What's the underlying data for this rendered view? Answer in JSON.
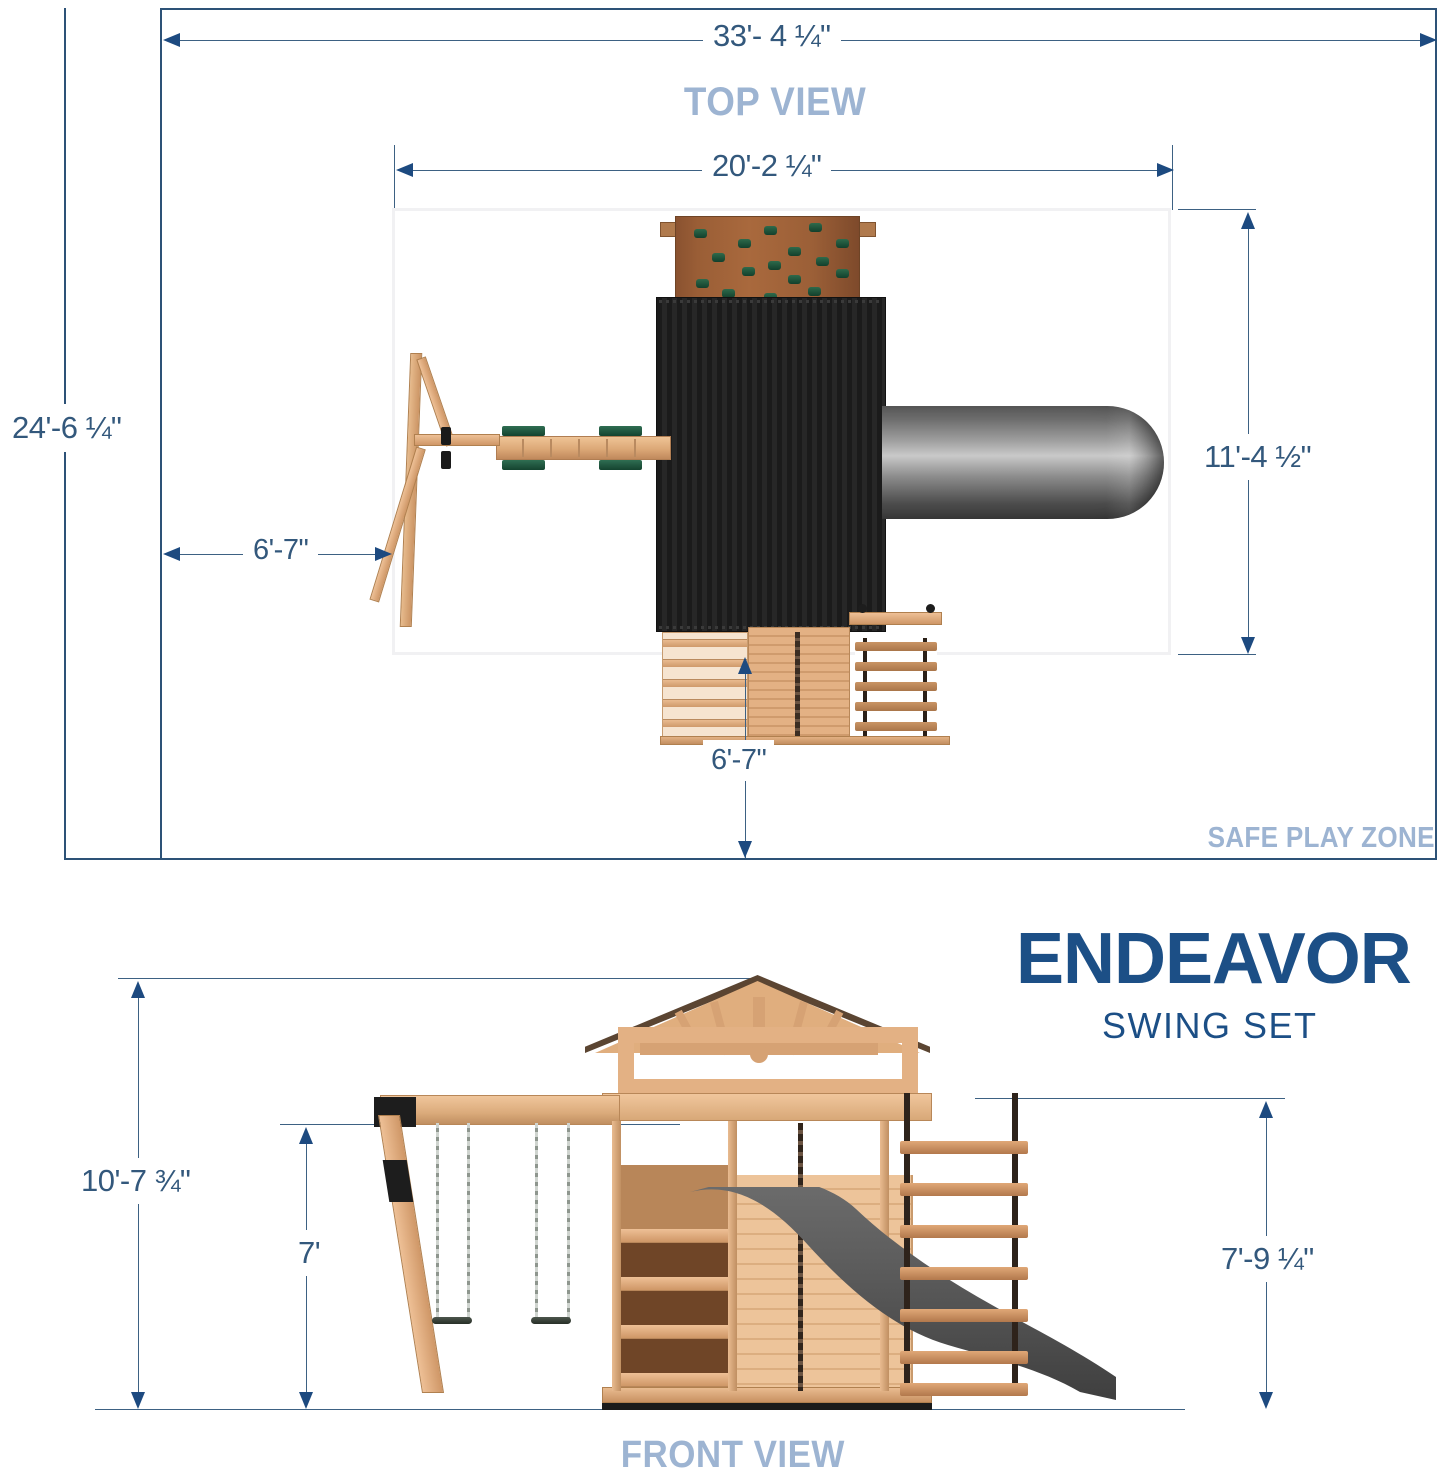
{
  "product": {
    "brand_name": "ENDEAVOR",
    "brand_subtitle": "SWING SET"
  },
  "views": {
    "top": {
      "label": "TOP VIEW",
      "safe_zone_label": "SAFE PLAY ZONE"
    },
    "front": {
      "label": "FRONT VIEW"
    }
  },
  "dimensions": {
    "top_view": {
      "overall_width": "33'- 4 ¼\"",
      "overall_depth": "24'-6 ¼\"",
      "unit_width": "20'-2 ¼\"",
      "unit_depth": "11'-4 ½\"",
      "left_clearance": "6'-7\"",
      "bottom_clearance": "6'-7\""
    },
    "front_view": {
      "overall_height": "10'-7 ¾\"",
      "swing_beam_height": "7'",
      "deck_rail_height": "7'-9 ¼\""
    }
  },
  "colors": {
    "dimension_line": "#2d5277",
    "dimension_text": "#33587c",
    "view_label": "#9db4d2",
    "brand": "#1c4f86",
    "safe_zone_border": "#f1f1f3",
    "wood_light": "#e7b98a",
    "wood_dark": "#8c5a35",
    "canopy_black": "#202020",
    "slide_gray": "#6e6e6e",
    "rock_hold_green": "#2e6a4b"
  },
  "components": {
    "top_view": [
      "rock-wall",
      "canopy-roof",
      "tube-slide",
      "swing-beam",
      "a-frame",
      "deck",
      "step-ladder",
      "rope-ladder",
      "climbing-chain"
    ],
    "front_view": [
      "gable-roof",
      "tower",
      "swing-beam",
      "a-frame-leg",
      "belt-swing-left",
      "belt-swing-right",
      "wave-slide",
      "rope-ladder",
      "climbing-chain",
      "deck-floor"
    ]
  }
}
